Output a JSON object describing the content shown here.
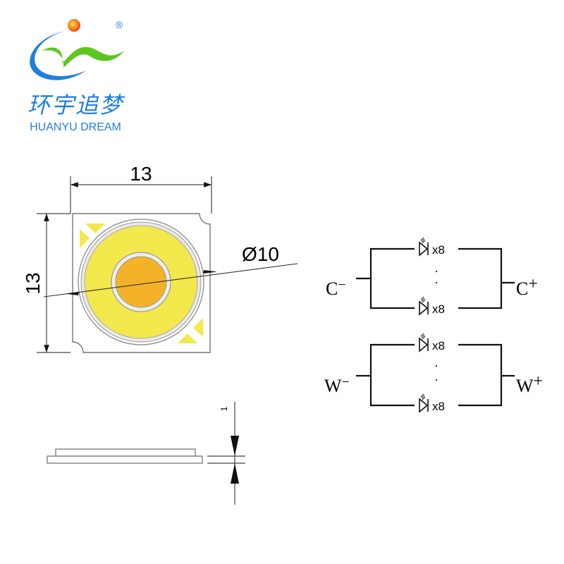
{
  "logo": {
    "chinese_name": "环宇追梦",
    "english_name": "HUANYU DREAM",
    "registered_mark": "®",
    "colors": {
      "blue": "#1f7fe0",
      "green": "#5cc61e",
      "sun": "#f0521c"
    }
  },
  "top_view": {
    "width_label": "13",
    "height_label": "13",
    "diameter_label": "Ø10",
    "colors": {
      "outer_led": "#f3e84c",
      "inner_led": "#f4b228",
      "pads": "#f3e84c"
    }
  },
  "side_view": {
    "thickness_label": "1"
  },
  "circuit": {
    "groups": [
      {
        "neg_label": "C",
        "pos_label": "C",
        "strings": [
          "x8",
          "x8"
        ]
      },
      {
        "neg_label": "W",
        "pos_label": "W",
        "strings": [
          "x8",
          "x8"
        ]
      }
    ],
    "minus": "−",
    "plus": "+"
  }
}
